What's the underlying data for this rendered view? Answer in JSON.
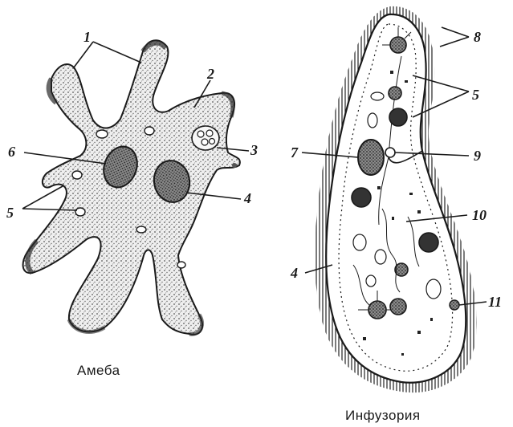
{
  "amoeba": {
    "caption": "Амеба",
    "labels": [
      "1",
      "2",
      "3",
      "4",
      "5",
      "6"
    ]
  },
  "paramecium": {
    "caption": "Инфузория",
    "labels": [
      "4",
      "5",
      "7",
      "8",
      "9",
      "10",
      "11"
    ]
  },
  "colors": {
    "ink": "#1a1a1a",
    "cytoplasm": "#d9d9d9",
    "dark": "#3a3a3a"
  }
}
